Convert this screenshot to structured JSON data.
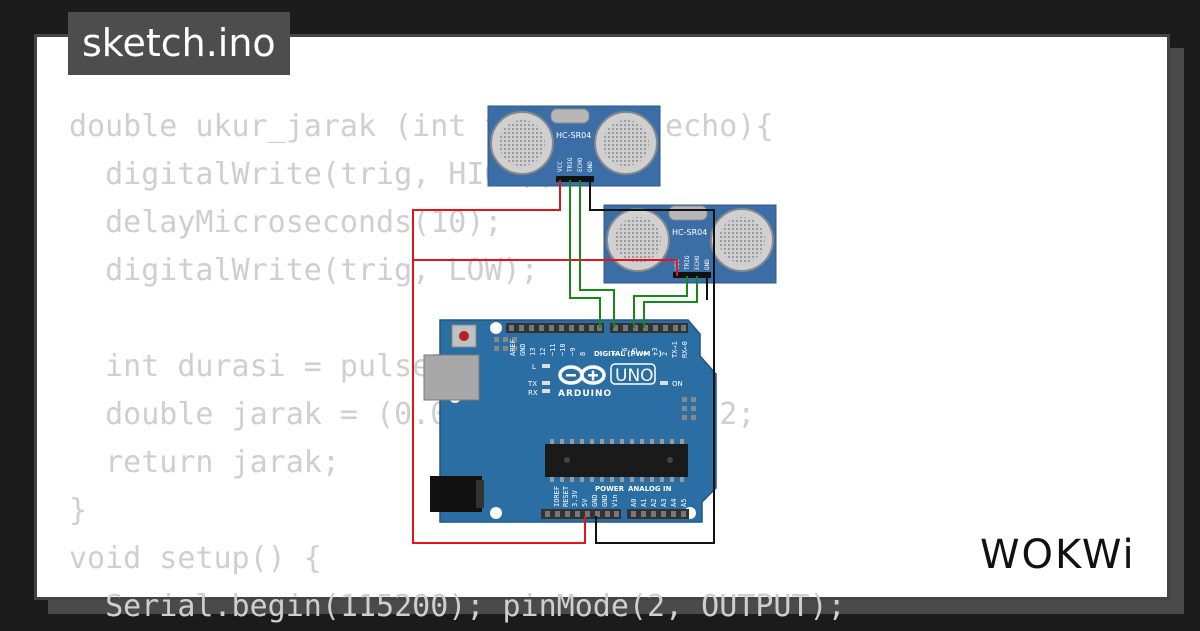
{
  "title": "sketch.ino",
  "code_lines": [
    "double ukur_jarak (int trig, int echo){",
    "  digitalWrite(trig, HIGH);",
    "  delayMicroseconds(10);",
    "  digitalWrite(trig, LOW);",
    "",
    "  int durasi = pulseIn(echo, HIGH);",
    "  double jarak = (0.034 * durasi) / 2;",
    "  return jarak;",
    "}",
    "void setup() {",
    "  Serial.begin(115200); pinMode(2, OUTPUT);"
  ],
  "sensor": {
    "model": "HC-SR04",
    "pins": [
      "VCC",
      "TRIG",
      "ECHO",
      "GND"
    ]
  },
  "board": {
    "model": "UNO",
    "brand": "ARDUINO",
    "digital_label": "DIGITAL (PWM ~)",
    "digital_pins": [
      "AREF",
      "GND",
      "13",
      "12",
      "~11",
      "~10",
      "~9",
      "8",
      "7",
      "~6",
      "~5",
      "4",
      "~3",
      "2",
      "TX→1",
      "RX←0"
    ],
    "power_label": "POWER",
    "power_pins": [
      "IOREF",
      "RESET",
      "3.3V",
      "5V",
      "GND",
      "GND",
      "Vin"
    ],
    "analog_label": "ANALOG IN",
    "analog_pins": [
      "A0",
      "A1",
      "A2",
      "A3",
      "A4",
      "A5"
    ],
    "led_labels": [
      "L",
      "TX",
      "RX"
    ],
    "on_label": "ON"
  },
  "logo_text": "WOKWi",
  "colors": {
    "wire_power": "#e0161c",
    "wire_ground": "#111111",
    "wire_signal": "#168a16",
    "board_blue": "#2b6ea4",
    "sensor_blue": "#3b6ea6"
  }
}
